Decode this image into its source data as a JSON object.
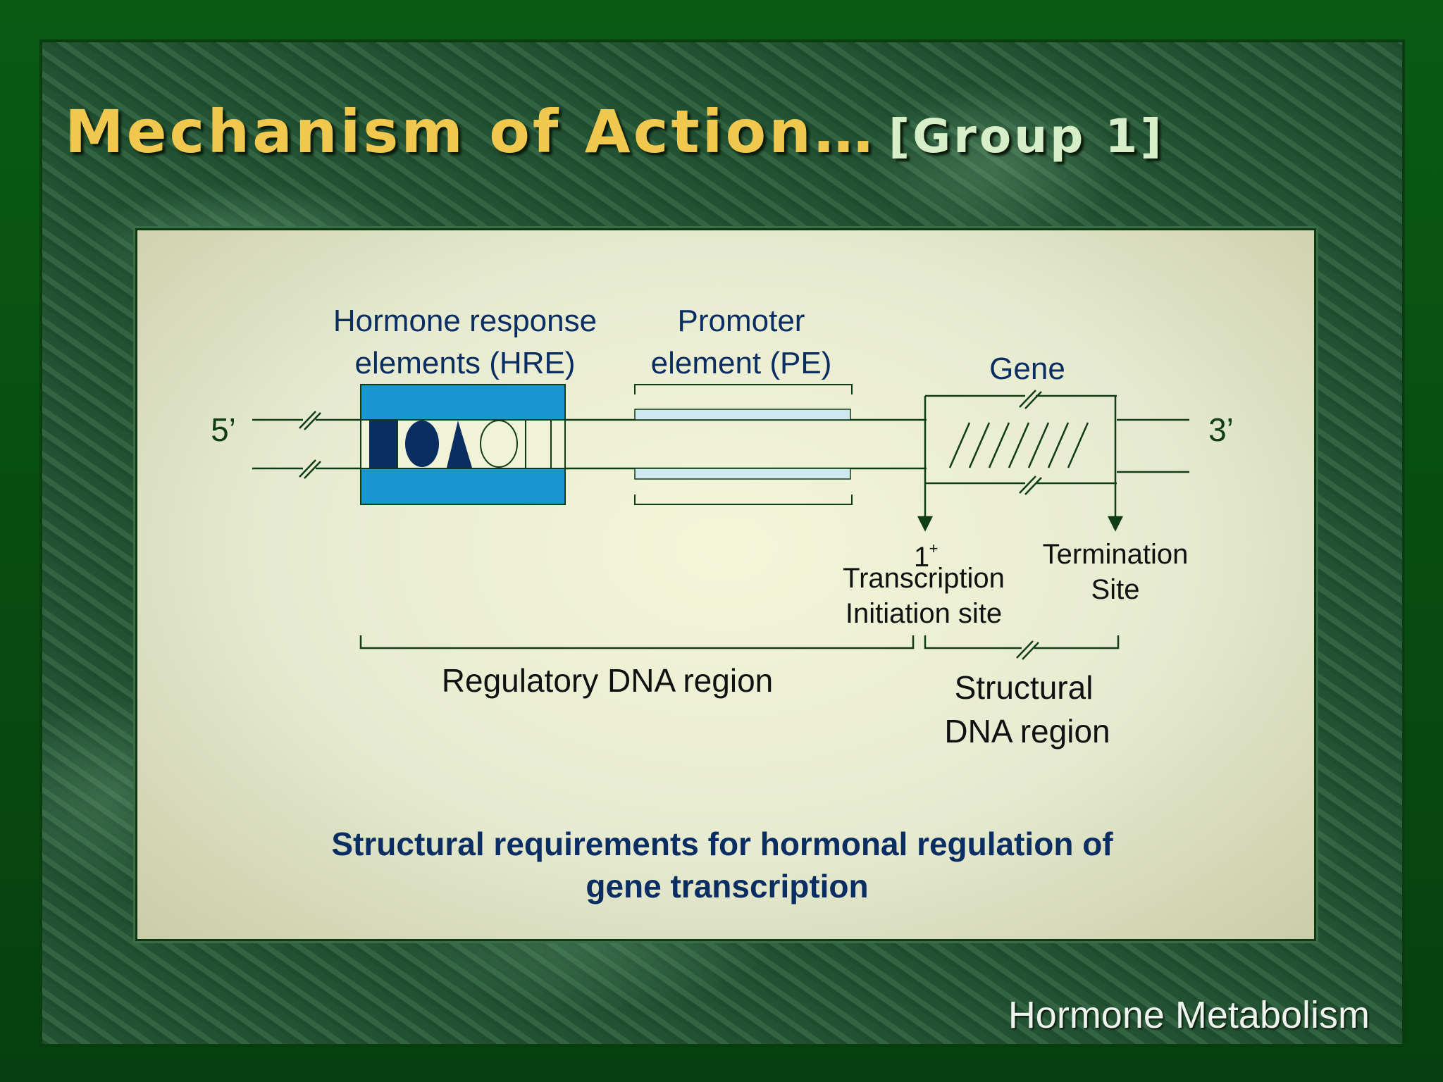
{
  "title": "Mechanism of Action…",
  "title_tag": "[Group 1]",
  "diagram": {
    "hre_label_line1": "Hormone response",
    "hre_label_line2": "elements (HRE)",
    "pe_label_line1": "Promoter",
    "pe_label_line2": "element (PE)",
    "gene_label": "Gene",
    "five_prime": "5’",
    "three_prime": "3’",
    "tss_label_number": "1",
    "tss_label_sup": "+",
    "tss_label_line1": "Transcription",
    "tss_label_line2": "Initiation site",
    "term_label_line1": "Termination",
    "term_label_line2": "Site",
    "regulatory_label": "Regulatory DNA region",
    "structural_label_line1": "Structural",
    "structural_label_line2": "DNA region",
    "caption_line1": "Structural requirements for hormonal regulation of",
    "caption_line2": "gene transcription"
  },
  "footer": "Hormone Metabolism",
  "colors": {
    "title": "#f1c84e",
    "hre_block": "#1a96d0",
    "dark_blue": "#0a2e62",
    "pe_band": "#cfe8ef",
    "line": "#0f3d16"
  }
}
